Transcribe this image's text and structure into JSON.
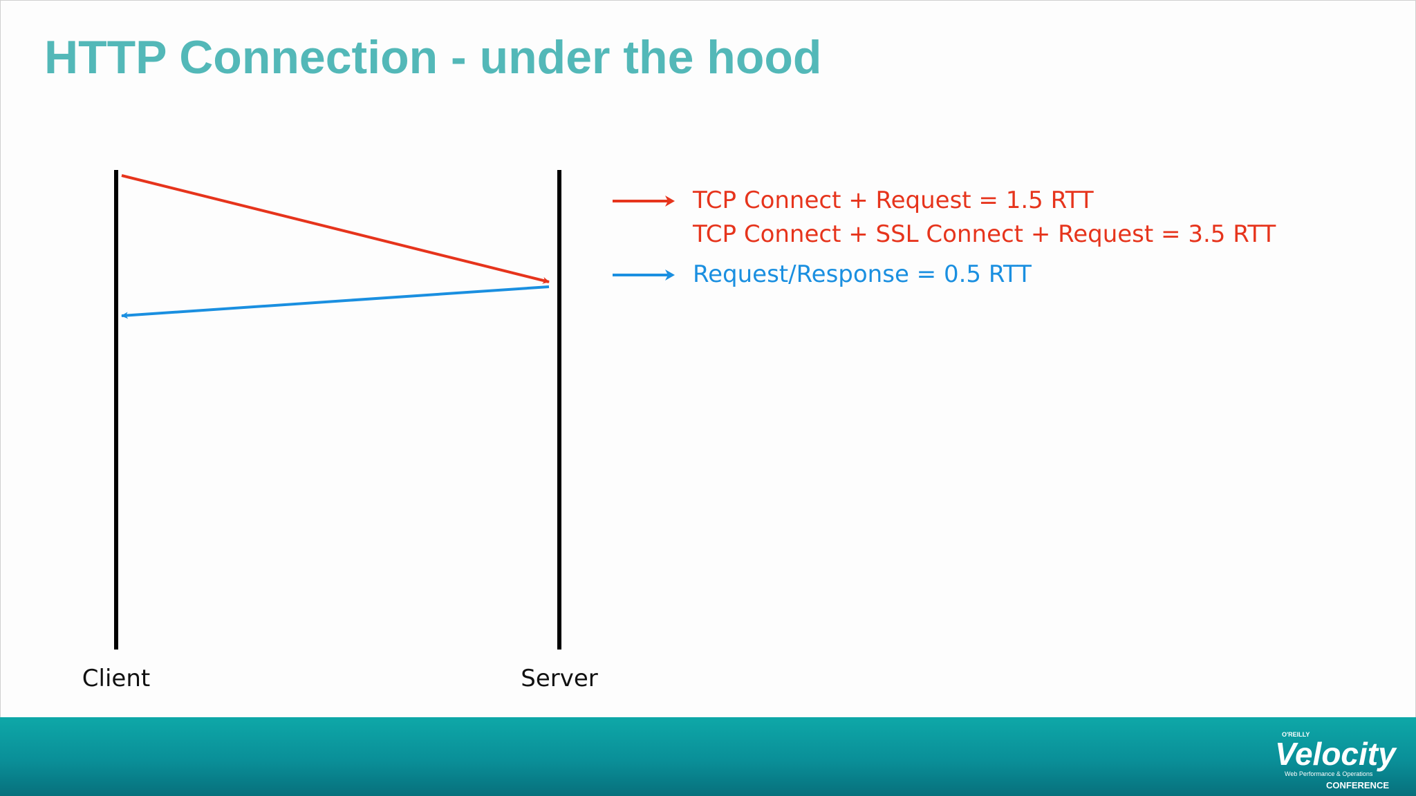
{
  "title": "HTTP Connection - under the hood",
  "colors": {
    "title": "#53b8b8",
    "red": "#e6341c",
    "blue": "#1a8fe0",
    "lifeline": "#000000",
    "footer": "#0a9aa0"
  },
  "diagram": {
    "lifelines": [
      {
        "label": "Client"
      },
      {
        "label": "Server"
      }
    ],
    "messages": [
      {
        "from": "Client",
        "to": "Server",
        "color": "red"
      },
      {
        "from": "Server",
        "to": "Client",
        "color": "blue"
      }
    ]
  },
  "legend": [
    {
      "color": "red",
      "arrow_icon": "right-arrow-icon",
      "lines": [
        "TCP Connect + Request = 1.5 RTT",
        "TCP Connect + SSL Connect + Request = 3.5 RTT"
      ]
    },
    {
      "color": "blue",
      "arrow_icon": "right-arrow-icon",
      "lines": [
        "Request/Response = 0.5 RTT"
      ]
    }
  ],
  "logo": {
    "publisher": "O'REILLY",
    "name": "Velocity",
    "tagline": "Web Performance & Operations",
    "event": "CONFERENCE"
  }
}
